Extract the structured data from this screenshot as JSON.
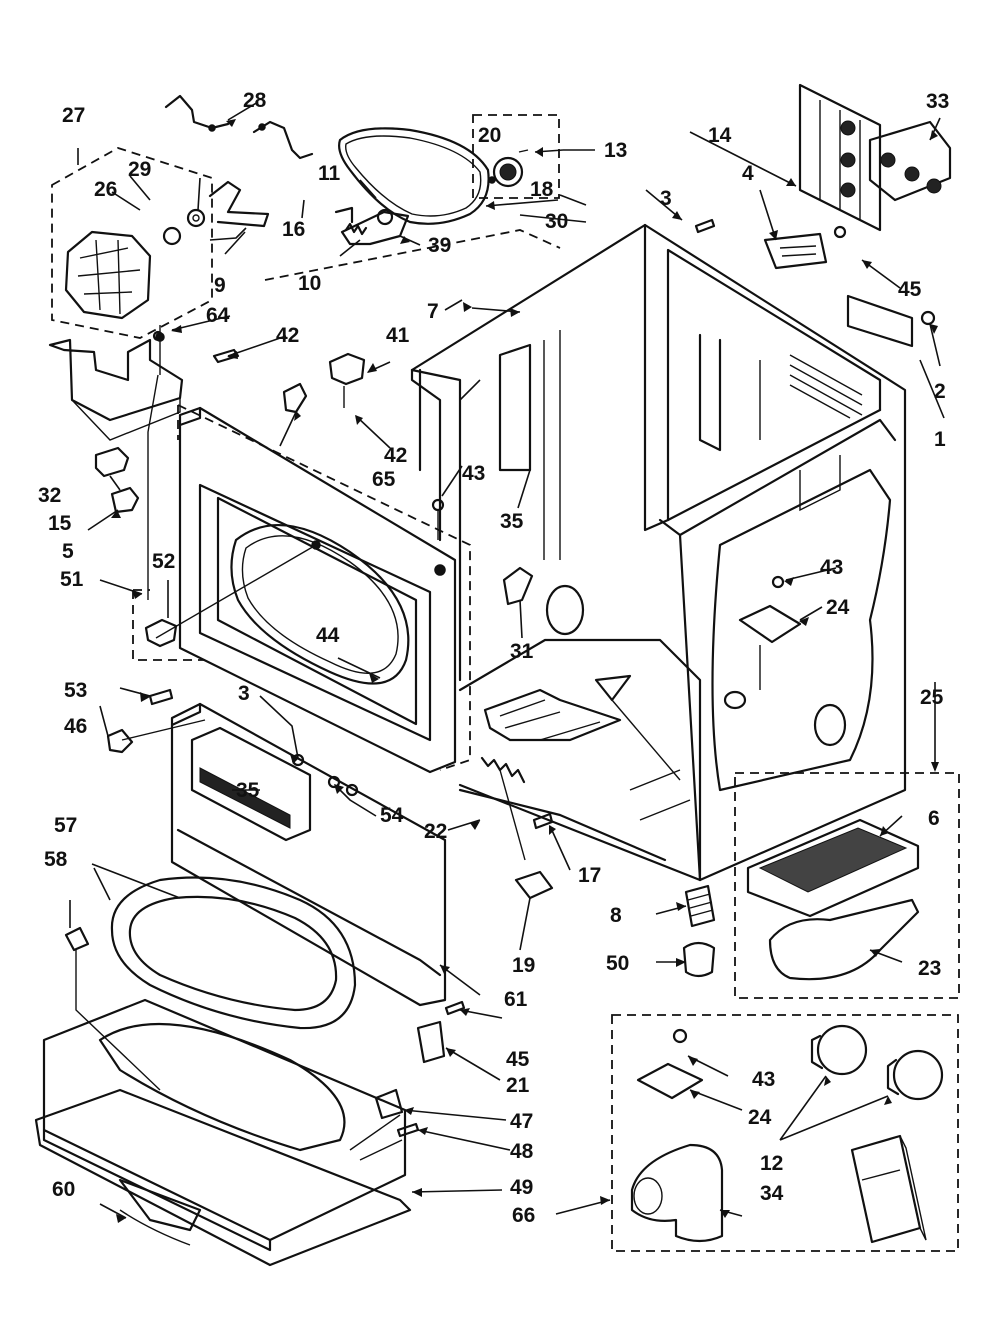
{
  "diagram": {
    "title": "",
    "labels": {
      "p1": "1",
      "p2": "2",
      "p3a": "3",
      "p3b": "3",
      "p4": "4",
      "p5": "5",
      "p6": "6",
      "p7": "7",
      "p8": "8",
      "p9": "9",
      "p10": "10",
      "p11": "11",
      "p12": "12",
      "p13": "13",
      "p14": "14",
      "p15": "15",
      "p16": "16",
      "p17": "17",
      "p18": "18",
      "p19": "19",
      "p20": "20",
      "p21": "21",
      "p22": "22",
      "p23": "23",
      "p24a": "24",
      "p24b": "24",
      "p25": "25",
      "p26": "26",
      "p27": "27",
      "p28": "28",
      "p29": "29",
      "p30": "30",
      "p31": "31",
      "p32": "32",
      "p33": "33",
      "p34": "34",
      "p35a": "35",
      "p35b": "35",
      "p39": "39",
      "p41": "41",
      "p42a": "42",
      "p42b": "42",
      "p43a": "43",
      "p43b": "43",
      "p43c": "43",
      "p44": "44",
      "p45a": "45",
      "p45b": "45",
      "p46": "46",
      "p47": "47",
      "p48": "48",
      "p49": "49",
      "p50": "50",
      "p51": "51",
      "p52": "52",
      "p53": "53",
      "p54": "54",
      "p57": "57",
      "p58": "58",
      "p60": "60",
      "p61": "61",
      "p64": "64",
      "p65": "65",
      "p66": "66"
    }
  },
  "colors": {
    "ink": "#111111",
    "background": "#ffffff"
  }
}
